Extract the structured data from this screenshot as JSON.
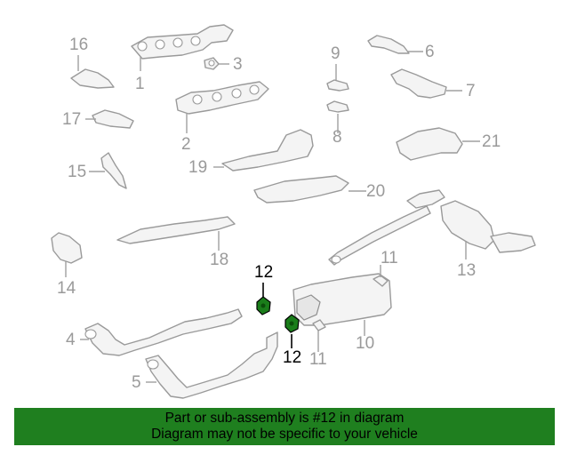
{
  "callouts": {
    "c1": "1",
    "c2": "2",
    "c3": "3",
    "c4": "4",
    "c5": "5",
    "c6": "6",
    "c7": "7",
    "c8": "8",
    "c9": "9",
    "c10": "10",
    "c11a": "11",
    "c11b": "11",
    "c12a": "12",
    "c12b": "12",
    "c13": "13",
    "c14": "14",
    "c15": "15",
    "c16": "16",
    "c17": "17",
    "c18": "18",
    "c19": "19",
    "c20": "20",
    "c21": "21"
  },
  "highlighted_part": "12",
  "colors": {
    "banner": "#1f7f1f",
    "highlight_part": "#1a7d1a",
    "faded_part": "#9a9a9a"
  },
  "banner": {
    "line1": "Part or sub-assembly is #12 in diagram",
    "line2": "Diagram may not be specific to your vehicle"
  }
}
